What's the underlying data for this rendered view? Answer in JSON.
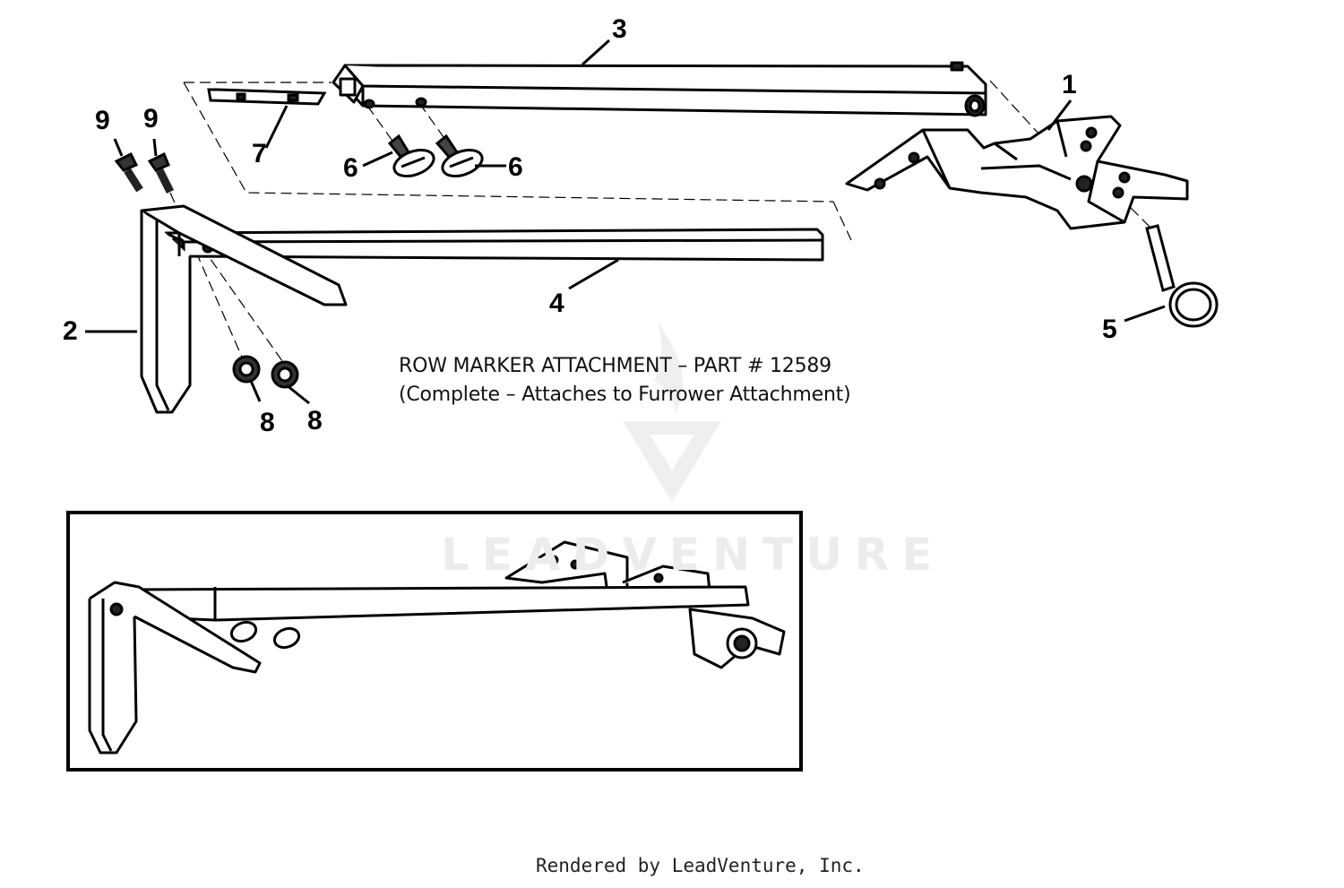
{
  "diagram": {
    "callouts": [
      {
        "id": "1",
        "label": "1"
      },
      {
        "id": "2",
        "label": "2"
      },
      {
        "id": "3",
        "label": "3"
      },
      {
        "id": "4",
        "label": "4"
      },
      {
        "id": "5",
        "label": "5"
      },
      {
        "id": "6a",
        "label": "6"
      },
      {
        "id": "6b",
        "label": "6"
      },
      {
        "id": "7",
        "label": "7"
      },
      {
        "id": "8a",
        "label": "8"
      },
      {
        "id": "8b",
        "label": "8"
      },
      {
        "id": "9a",
        "label": "9"
      },
      {
        "id": "9b",
        "label": "9"
      }
    ],
    "caption": {
      "line1": "ROW MARKER ATTACHMENT – PART # 12589",
      "line2": "(Complete – Attaches to Furrower Attachment)"
    },
    "watermark": "LEADVENTURE",
    "footer": "Rendered by LeadVenture, Inc."
  }
}
